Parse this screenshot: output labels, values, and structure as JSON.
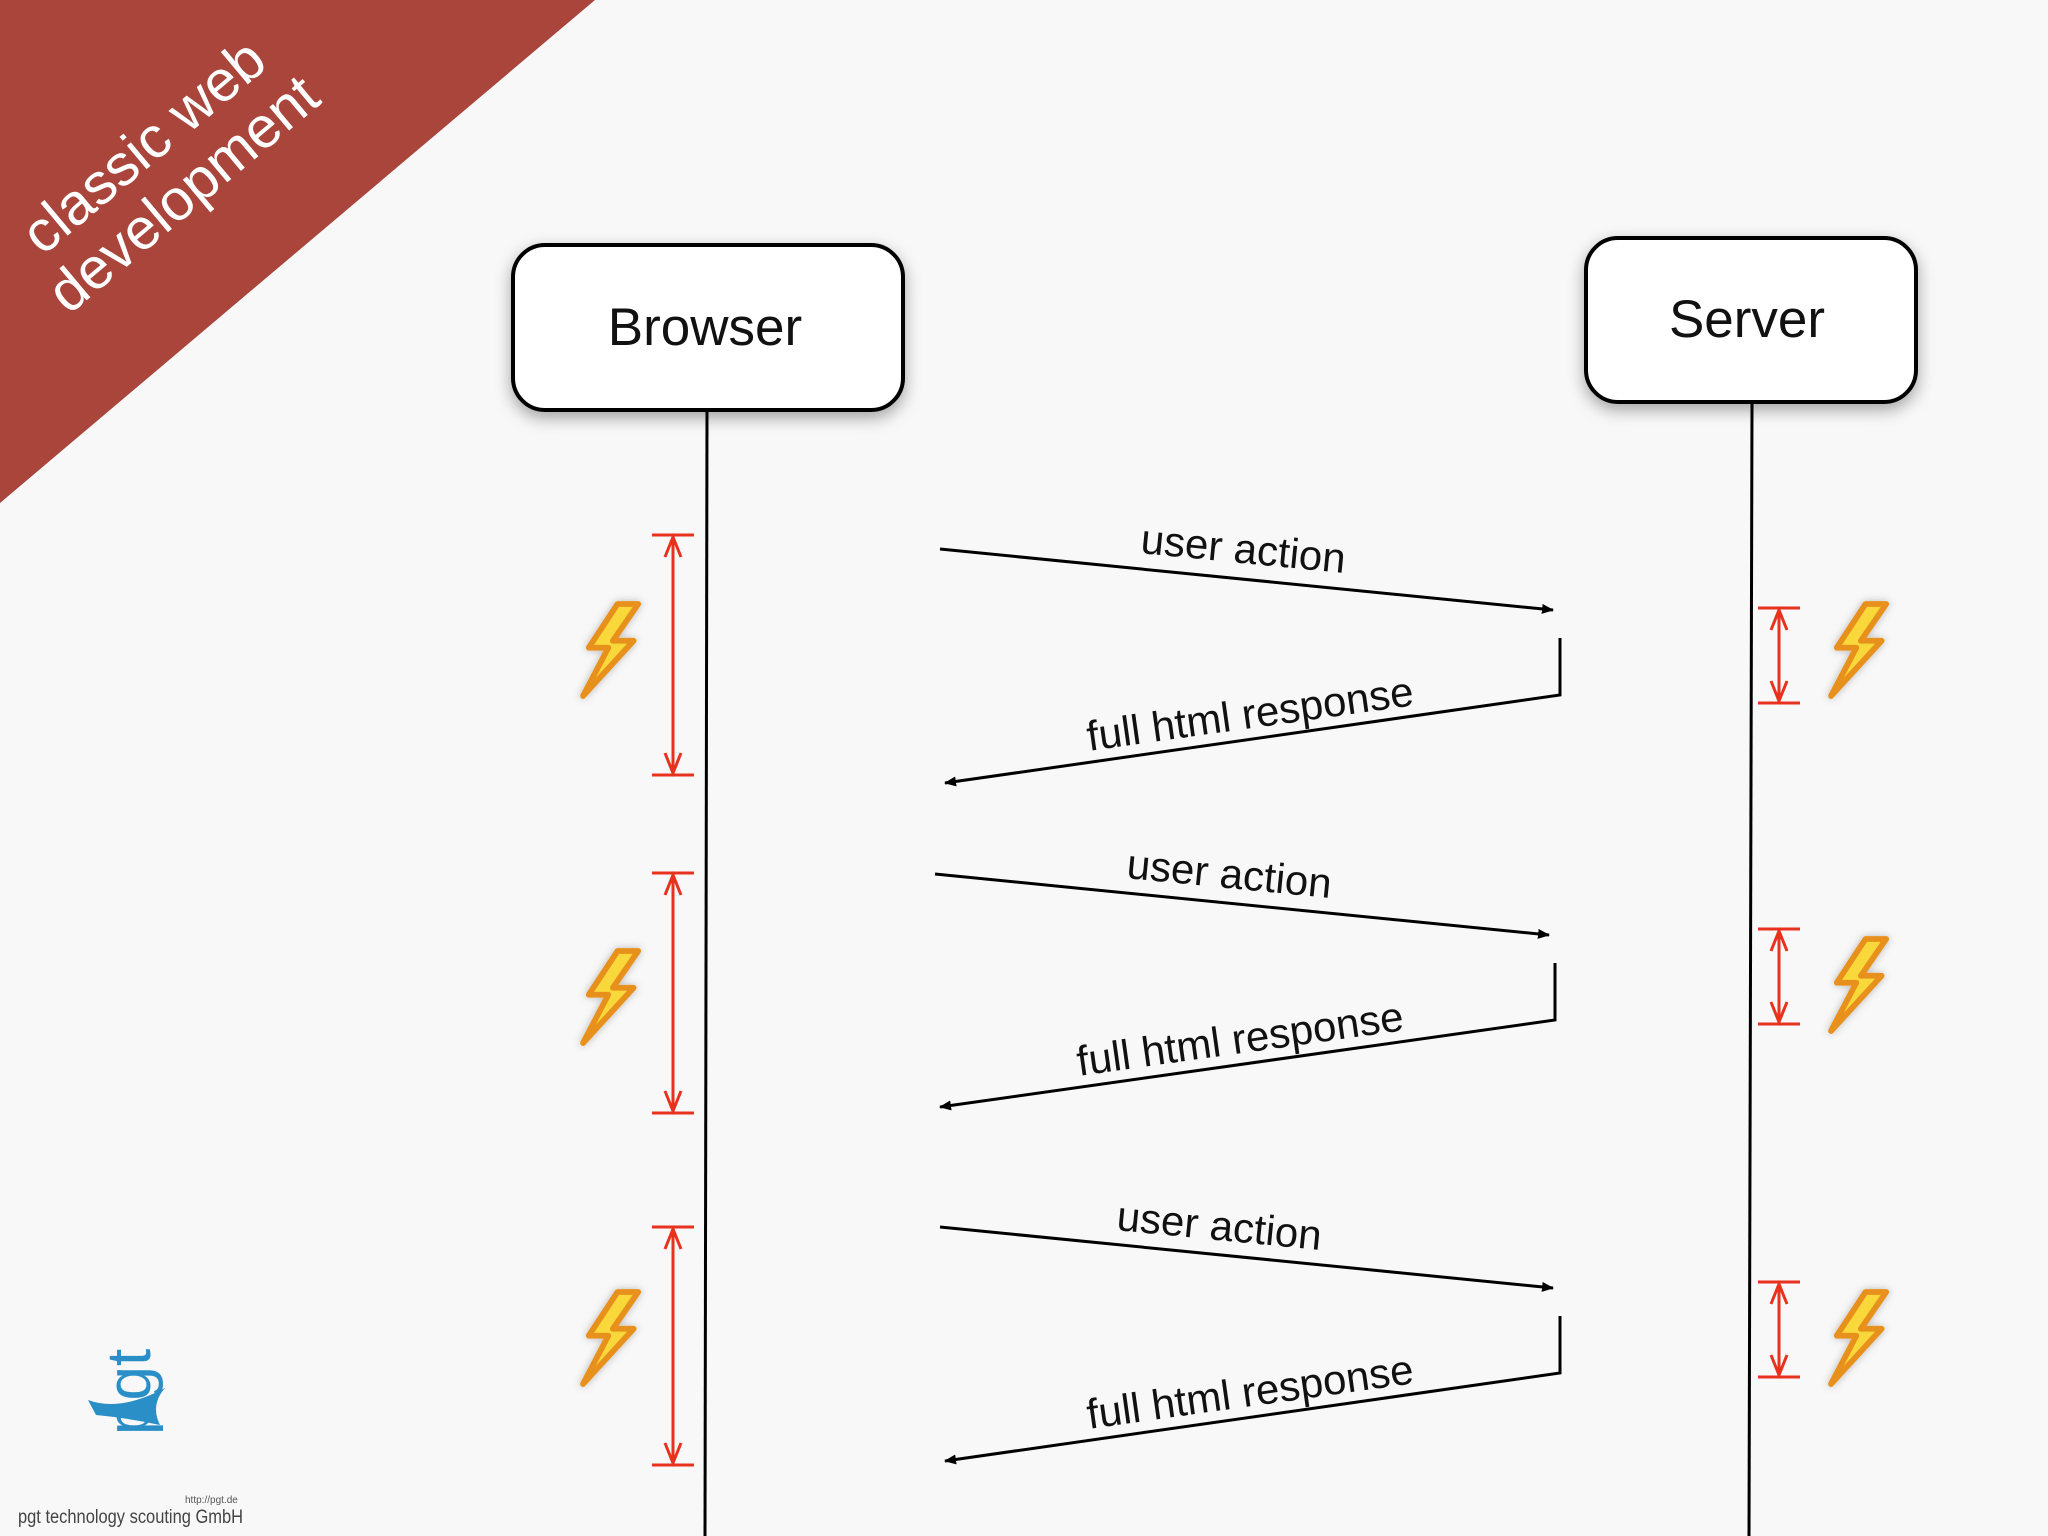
{
  "banner": {
    "line1": "classic web",
    "line2": "development",
    "color": "#a9453a"
  },
  "participants": {
    "browser": "Browser",
    "server": "Server"
  },
  "messages": [
    {
      "request": "user action",
      "response": "full html response"
    },
    {
      "request": "user action",
      "response": "full html response"
    },
    {
      "request": "user action",
      "response": "full html response"
    }
  ],
  "colors": {
    "wait_marker": "#e8321e",
    "lightning_fill": "#f9d83a",
    "lightning_stroke": "#e8901a",
    "logo_blue": "#2a8fc7"
  },
  "icons": {
    "wait": "lightning-icon",
    "logo": "pgt-logo"
  },
  "logo": {
    "url": "http://pgt.de",
    "company": "pgt technology scouting GmbH"
  }
}
